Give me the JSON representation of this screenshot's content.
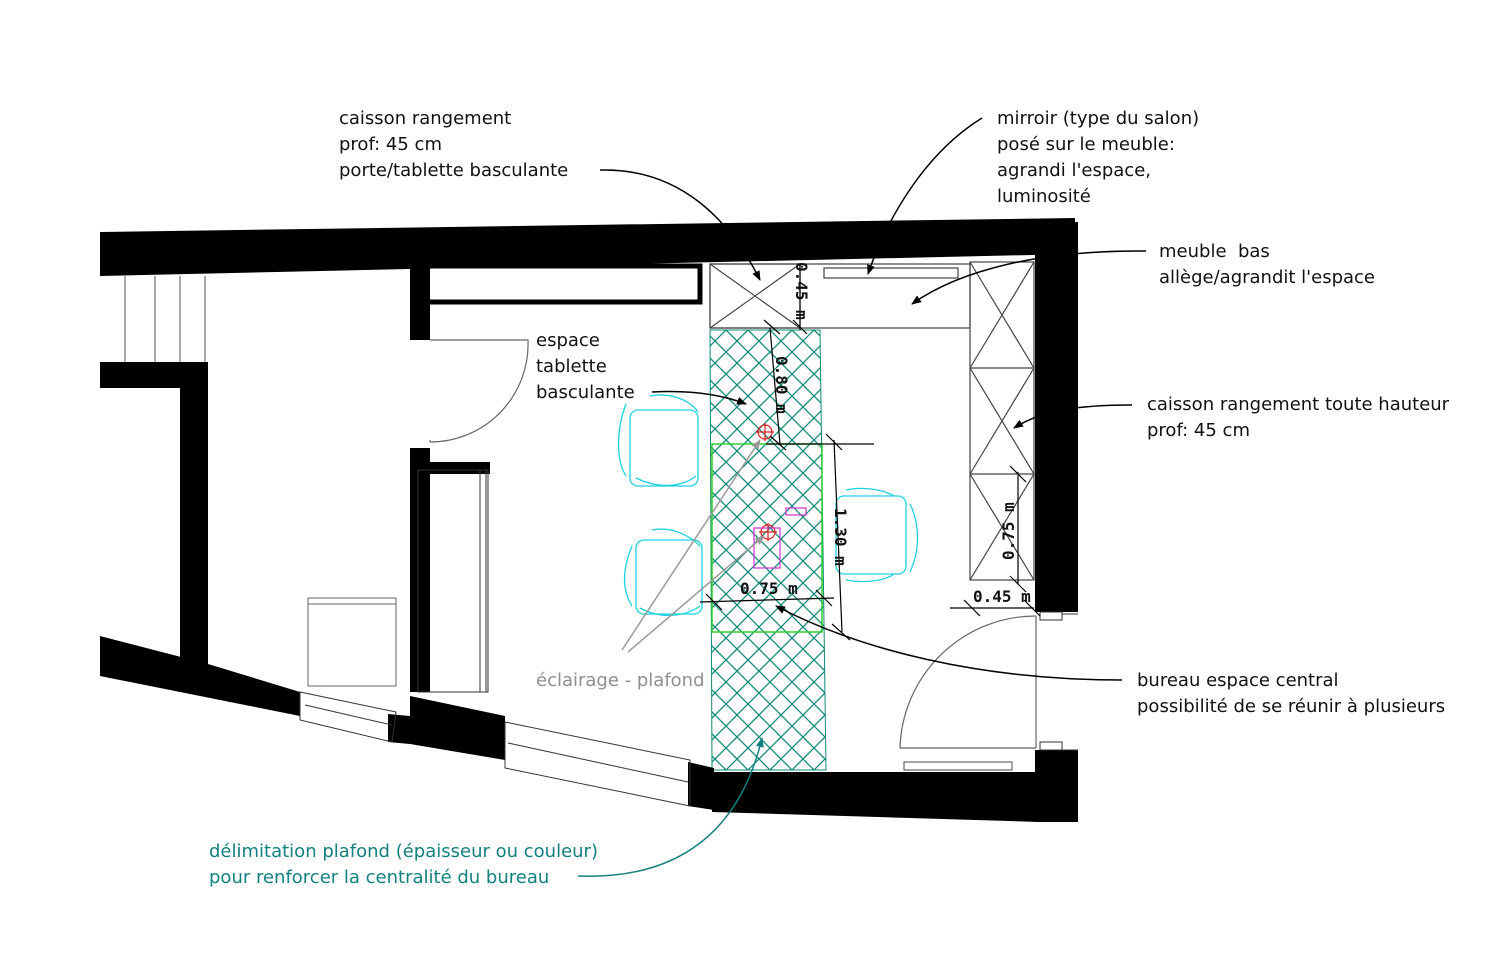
{
  "colors": {
    "wall": "#000000",
    "furniture_line": "#6a6a6a",
    "chair": "#1fd1e0",
    "hatch": "#0e8a78",
    "desk_outline": "#2ed12e",
    "light_fixture": "#e02020",
    "label_gray": "#8f8f8f",
    "label_teal": "#138080"
  },
  "annotations": {
    "caisson_rangement": [
      "caisson rangement",
      "prof: 45 cm",
      "porte/tablette basculante"
    ],
    "miroir": [
      "mirroir (type du salon)",
      "posé sur le meuble:",
      "agrandi l'espace,",
      "luminosité"
    ],
    "meuble_bas": [
      "meuble  bas",
      "allège/agrandit l'espace"
    ],
    "espace_tablette": [
      "espace",
      "tablette",
      "basculante"
    ],
    "caisson_toute_hauteur": [
      "caisson rangement toute hauteur",
      "prof: 45 cm"
    ],
    "bureau": [
      "bureau espace central",
      "possibilité de se réunir à plusieurs"
    ],
    "eclairage": [
      "éclairage - plafond"
    ],
    "delimitation": [
      "délimitation plafond (épaisseur ou couleur)",
      "pour renforcer la centralité du bureau"
    ]
  },
  "dimensions": {
    "d_045_top": "0.45 m",
    "d_080": "0.80 m",
    "d_130": "1.30 m",
    "d_075_desk": "0.75 m",
    "d_075_cabinet": "0.75 m",
    "d_045_cabinet": "0.45 m"
  }
}
